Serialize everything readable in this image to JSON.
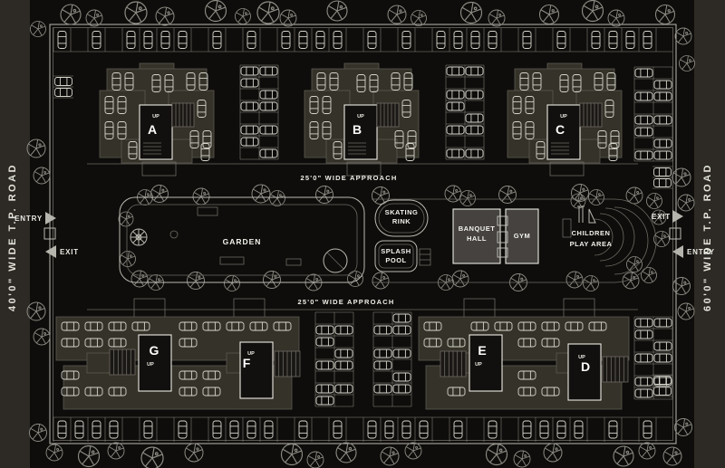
{
  "title": "Residential layout site plan",
  "colors": {
    "background": "#0e0d0b",
    "road_strip": "#2d2a25",
    "building_fill": "#353229",
    "hall_fill": "#454240",
    "line_bright": "#b9b9b1",
    "text": "#f2f2ec"
  },
  "roads": {
    "left": {
      "label": "40'0\" WIDE T.P. ROAD"
    },
    "right": {
      "label": "60'0\" WIDE T.P. ROAD"
    }
  },
  "approaches": {
    "top": {
      "label": "25'0\" WIDE APPROACH"
    },
    "bottom": {
      "label": "25'0\" WIDE APPROACH"
    }
  },
  "gates": {
    "left": {
      "entry": "ENTRY",
      "exit": "EXIT"
    },
    "right": {
      "entry": "ENTRY",
      "exit": "EXIT"
    }
  },
  "amenities": {
    "garden": {
      "label": "GARDEN"
    },
    "skating_rink": {
      "line1": "SKATING",
      "line2": "RINK"
    },
    "splash_pool": {
      "line1": "SPLASH",
      "line2": "POOL"
    },
    "banquet_hall": {
      "line1": "BANQUET",
      "line2": "HALL"
    },
    "gym": {
      "label": "GYM"
    },
    "children_play": {
      "line1": "CHILDREN",
      "line2": "PLAY AREA"
    }
  },
  "buildings": [
    {
      "id": "A",
      "label": "A",
      "stair_label": "UP"
    },
    {
      "id": "B",
      "label": "B",
      "stair_label": "UP"
    },
    {
      "id": "C",
      "label": "C",
      "stair_label": "UP"
    },
    {
      "id": "D",
      "label": "D",
      "stair_label": "UP"
    },
    {
      "id": "E",
      "label": "E",
      "stair_label": "UP"
    },
    {
      "id": "F",
      "label": "F",
      "stair_label": "UP"
    },
    {
      "id": "G",
      "label": "G",
      "stair_label": "UP"
    }
  ],
  "icons": {
    "tree": "plan-tree-symbol",
    "car": "parked-car-symbol",
    "entry_arrow": "solid-triangle-arrow",
    "gate_post": "square-gate-post"
  }
}
